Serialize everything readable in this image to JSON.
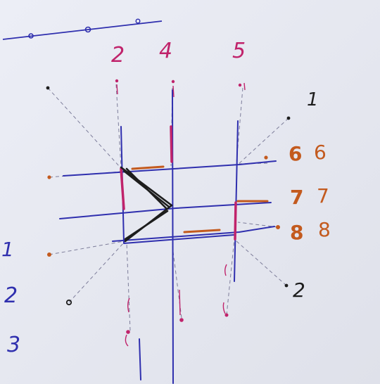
{
  "colors": {
    "paper": "#e9eaf2",
    "ink_blue": "#2f2fae",
    "ink_magenta": "#c0236b",
    "ink_orange": "#c35a1e",
    "ink_black": "#1d1d1d",
    "ink_gray": "#7d7d9a"
  },
  "labels": {
    "top_left": "2",
    "top_mid": "4",
    "top_right": "5",
    "right_1": "1",
    "right_6a": "6",
    "right_6b": "6",
    "right_7a": "7",
    "right_7b": "7",
    "right_8a": "8",
    "right_8b": "8",
    "right_2": "2",
    "left_1": "1",
    "left_2": "2",
    "left_3": "3"
  }
}
